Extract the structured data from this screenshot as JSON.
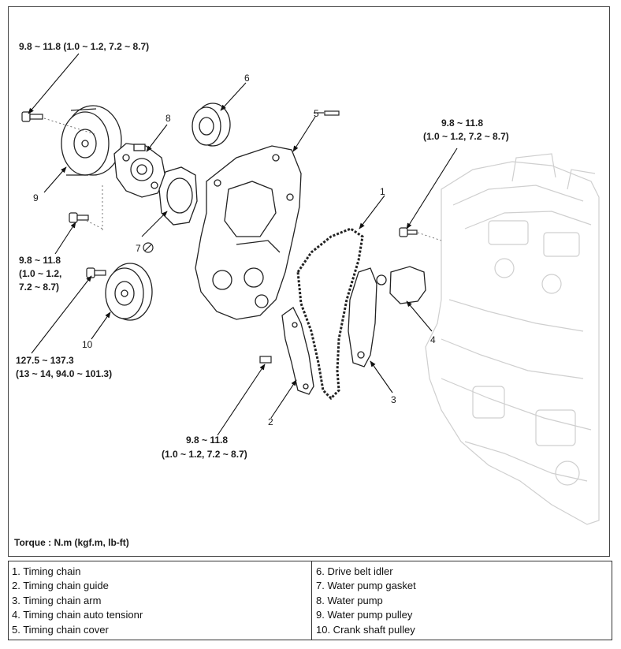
{
  "torques": {
    "pulley_bolt": "9.8 ~ 11.8 (1.0 ~ 1.2, 7.2 ~ 8.7)",
    "tensioner_bolt_line1": "9.8 ~ 11.8",
    "tensioner_bolt_line2": "(1.0 ~ 1.2, 7.2 ~ 8.7)",
    "pump_bolt_line1": "9.8 ~ 11.8",
    "pump_bolt_line2": "(1.0 ~ 1.2,",
    "pump_bolt_line3": "7.2 ~ 8.7)",
    "crank_bolt_line1": "127.5 ~ 137.3",
    "crank_bolt_line2": "(13 ~ 14, 94.0 ~ 101.3)",
    "guide_bolt_line1": "9.8 ~ 11.8",
    "guide_bolt_line2": "(1.0 ~ 1.2, 7.2 ~ 8.7)"
  },
  "callouts": {
    "n1": "1",
    "n2": "2",
    "n3": "3",
    "n4": "4",
    "n5": "5",
    "n6": "6",
    "n7": "7",
    "n8": "8",
    "n9": "9",
    "n10": "10"
  },
  "torque_note": "Torque : N.m (kgf.m, lb-ft)",
  "legend": {
    "left": [
      "1. Timing chain",
      "2. Timing chain guide",
      "3. Timing chain arm",
      "4. Timing chain auto tensionr",
      "5. Timing chain cover"
    ],
    "right": [
      "6. Drive belt idler",
      "7. Water pump gasket",
      "8. Water pump",
      "9. Water pump pulley",
      "10. Crank shaft pulley"
    ]
  }
}
